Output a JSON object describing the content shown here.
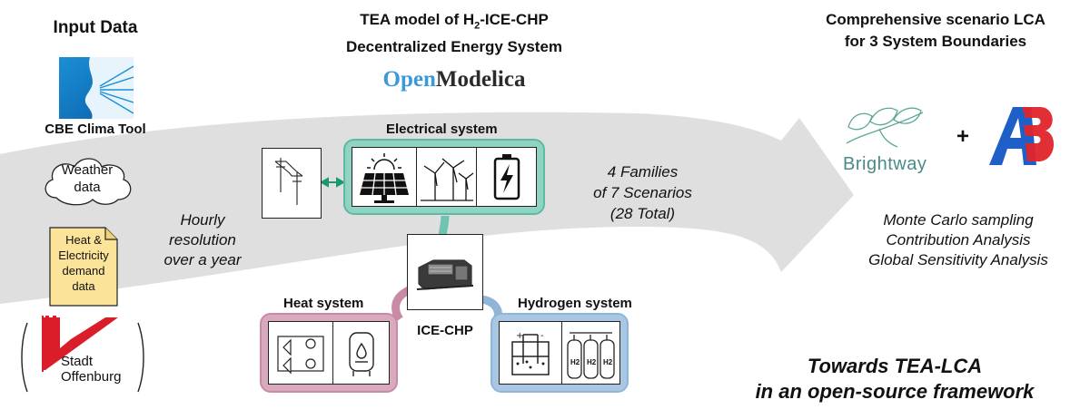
{
  "input": {
    "title": "Input Data",
    "clima_label": "CBE Clima Tool",
    "weather_line1": "Weather",
    "weather_line2": "data",
    "demand_lines": [
      "Heat &",
      "Electricity",
      "demand",
      "data"
    ],
    "city_line1": "Stadt",
    "city_line2": "Offenburg"
  },
  "tea": {
    "title_prefix": "TEA model of H",
    "title_sub": "2",
    "title_suffix": "-ICE-CHP",
    "title_line2": "Decentralized Energy System",
    "brand_open": "Open",
    "brand_modelica": "Modelica"
  },
  "systems": {
    "electrical": "Electrical system",
    "heat": "Heat system",
    "hydrogen": "Hydrogen system",
    "chp": "ICE-CHP",
    "h2_tank_label": "H2"
  },
  "flow": {
    "hourly_lines": [
      "Hourly",
      "resolution",
      "over a year"
    ],
    "families_lines": [
      "4 Families",
      "of 7 Scenarios",
      "(28 Total)"
    ]
  },
  "lca": {
    "title_line1": "Comprehensive scenario LCA",
    "title_line2": "for 3 System Boundaries",
    "brightway": "Brightway",
    "plus": "+",
    "methods": [
      "Monte Carlo sampling",
      "Contribution Analysis",
      "Global Sensitivity Analysis"
    ]
  },
  "footer": {
    "line1": "Towards TEA-LCA",
    "line2": "in an open-source framework"
  },
  "colors": {
    "electrical_frame": "#6fc4b0",
    "heat_frame": "#c98aa6",
    "hydrogen_frame": "#8fb6d8",
    "flow_band": "#d9d9d9",
    "openmodelica_blue": "#3a9ad9",
    "ab_blue": "#1f5fc8",
    "ab_red": "#e0242b",
    "demand_note": "#fbe49a"
  }
}
